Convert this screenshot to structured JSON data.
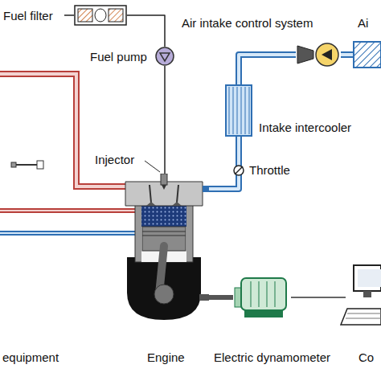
{
  "diagram": {
    "nodes": [
      {
        "text": [
          "Fuel filter"
        ]
      },
      {
        "text": [
          "Fuel pump"
        ]
      },
      {
        "text": [
          "Air intake control system"
        ]
      },
      {
        "text": [
          "Intake intercooler"
        ]
      },
      {
        "text": [
          "Engine"
        ]
      },
      {
        "text": [
          "Electric dynamometer"
        ]
      }
    ],
    "edges": [
      {
        "from": 0,
        "to": 1,
        "arrow": "none"
      },
      {
        "from": 1,
        "to": 4,
        "arrow": "none"
      },
      {
        "from": 2,
        "to": 3,
        "arrow": "none"
      },
      {
        "from": 3,
        "to": 4,
        "arrow": "none"
      },
      {
        "from": 4,
        "to": 5,
        "arrow": "none"
      }
    ],
    "labels": [
      "Injector",
      "Throttle",
      "Ai",
      "equipment",
      "Co"
    ]
  }
}
